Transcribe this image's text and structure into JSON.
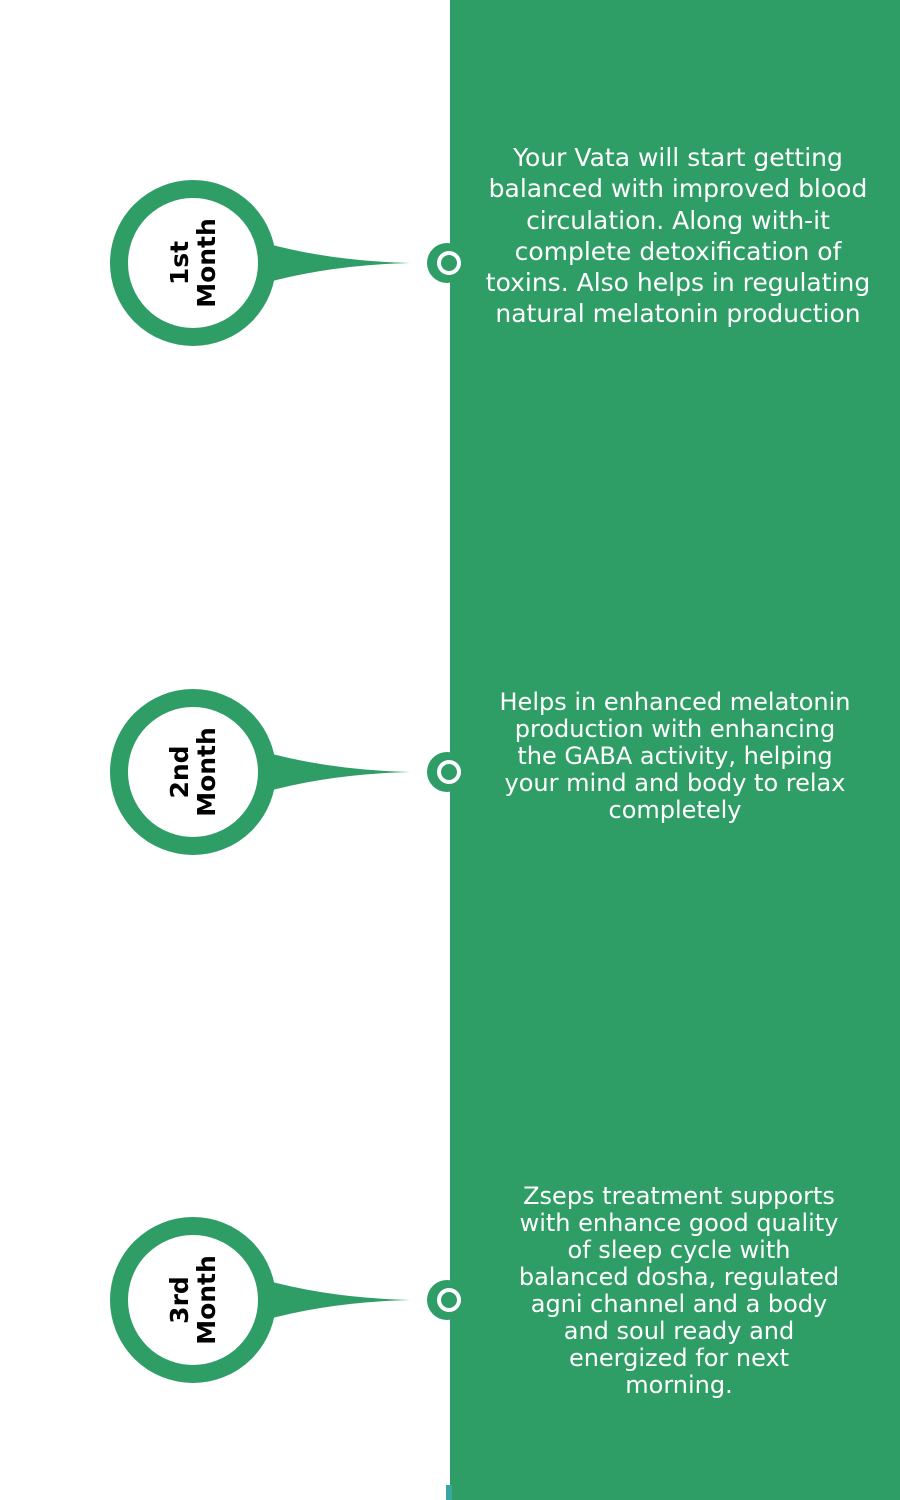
{
  "accent_color": "#2f9e66",
  "timeline": [
    {
      "month_num": "1st",
      "month_word": "Month",
      "text": "Your Vata will start getting balanced with improved blood circulation. Along with-it complete detoxification of toxins. Also helps in regulating natural melatonin production"
    },
    {
      "month_num": "2nd",
      "month_word": "Month",
      "text": "Helps in enhanced melatonin production with enhancing the GABA activity, helping your mind and body to relax completely"
    },
    {
      "month_num": "3rd",
      "month_word": "Month",
      "text": "Zseps treatment supports with enhance good quality of sleep cycle with balanced dosha, regulated agni channel and a body and soul ready and energized for next morning."
    }
  ]
}
